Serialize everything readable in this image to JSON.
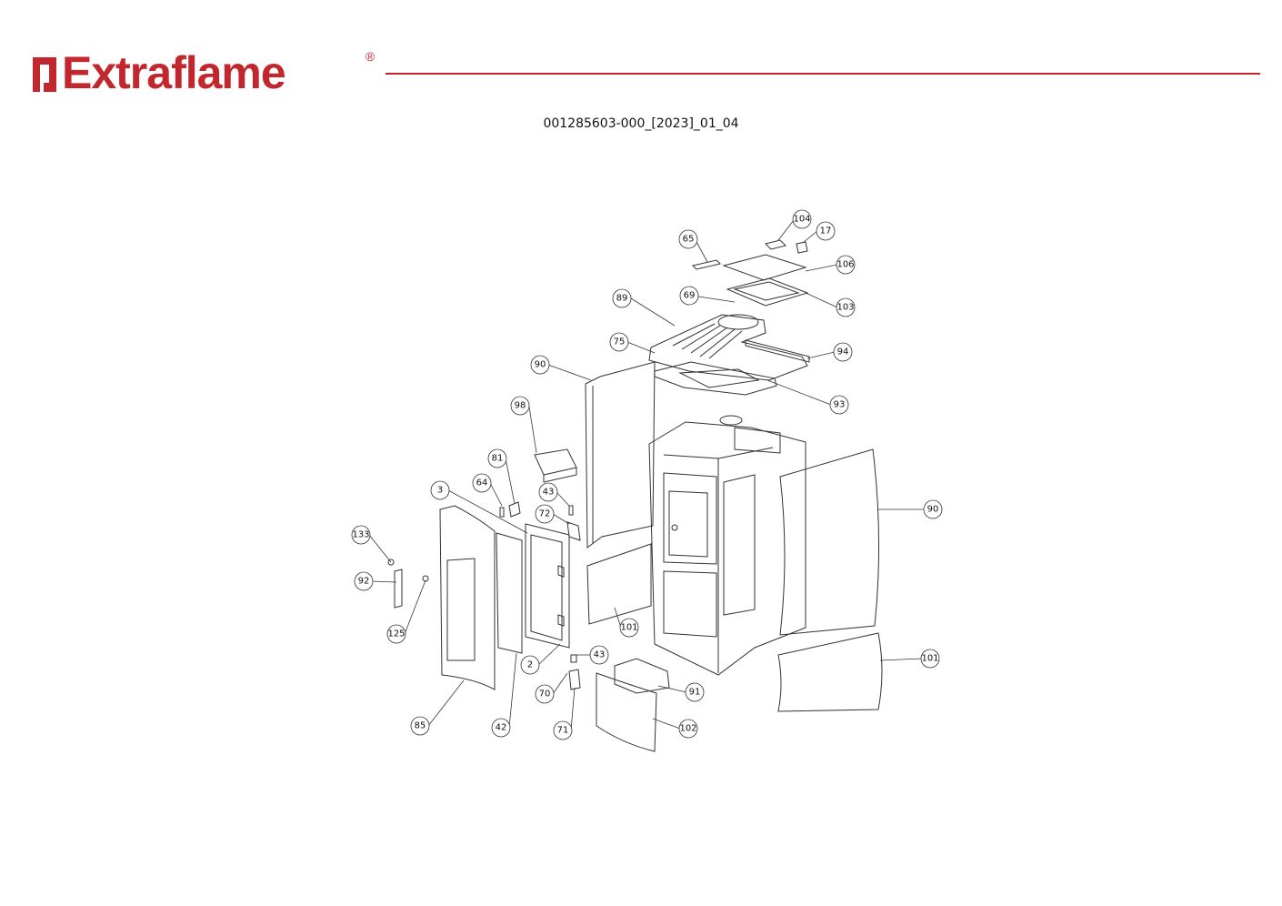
{
  "brand": {
    "name": "Extraflame",
    "registered_mark": "®",
    "color": "#c1272d"
  },
  "document": {
    "code": "001285603-000_[2023]_01_04"
  },
  "callouts": [
    "104",
    "17",
    "65",
    "106",
    "69",
    "103",
    "89",
    "75",
    "94",
    "90",
    "93",
    "98",
    "81",
    "64",
    "43",
    "3",
    "72",
    "133",
    "92",
    "125",
    "101",
    "2",
    "43",
    "70",
    "71",
    "85",
    "42",
    "91",
    "102",
    "90",
    "101"
  ]
}
